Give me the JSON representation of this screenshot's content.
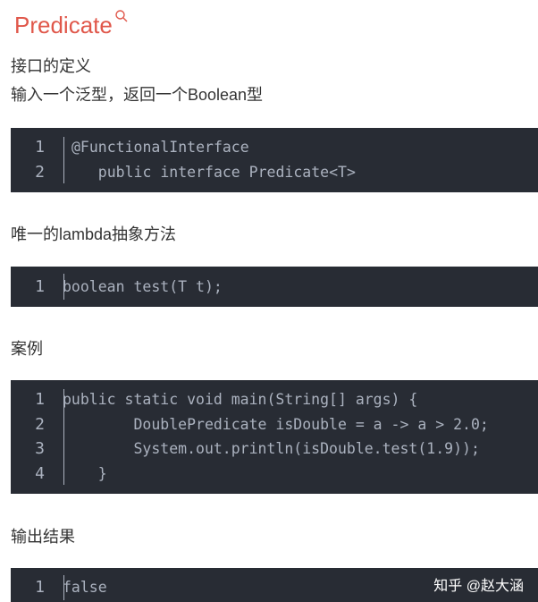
{
  "title": "Predicate",
  "title_icon": "search-icon",
  "sections": [
    {
      "heading": "接口的定义",
      "subheading": "输入一个泛型，返回一个Boolean型"
    },
    {
      "heading": "唯一的lambda抽象方法"
    },
    {
      "heading": "案例"
    },
    {
      "heading": "输出结果"
    }
  ],
  "code_blocks": [
    {
      "lines": [
        {
          "num": "1",
          "text": "@FunctionalInterface"
        },
        {
          "num": "2",
          "text": "   public interface Predicate<T>"
        }
      ]
    },
    {
      "lines": [
        {
          "num": "1",
          "text": "boolean test(T t);"
        }
      ]
    },
    {
      "lines": [
        {
          "num": "1",
          "text": "public static void main(String[] args) {"
        },
        {
          "num": "2",
          "text": "        DoublePredicate isDouble = a -> a > 2.0;"
        },
        {
          "num": "3",
          "text": "        System.out.println(isDouble.test(1.9));"
        },
        {
          "num": "4",
          "text": "    }"
        }
      ]
    },
    {
      "lines": [
        {
          "num": "1",
          "text": "false"
        }
      ]
    }
  ],
  "watermark": "知乎 @赵大涵"
}
